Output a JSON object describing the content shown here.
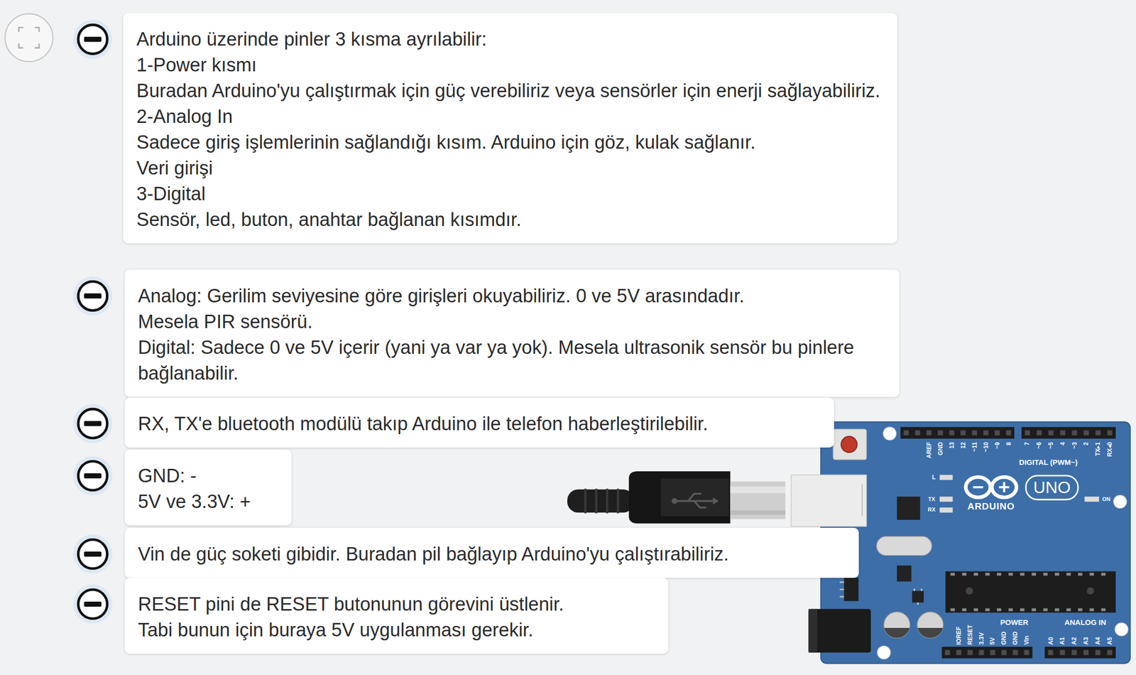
{
  "diagram": {
    "nodes": [
      {
        "text": [
          "Arduino üzerinde pinler 3 kısma ayrılabilir:",
          "1-Power kısmı",
          "Buradan Arduino'yu çalıştırmak için güç verebiliriz veya sensörler için enerji sağlayabiliriz.",
          "2-Analog In",
          "Sadece giriş işlemlerinin sağlandığı kısım. Arduino için göz, kulak sağlanır.",
          "Veri girişi",
          "3-Digital",
          "Sensör, led, buton, anahtar bağlanan kısımdır."
        ]
      },
      {
        "text": [
          "Analog: Gerilim seviyesine göre girişleri okuyabiliriz. 0 ve 5V arasındadır.",
          "Mesela PIR sensörü.",
          "Digital: Sadece 0 ve 5V içerir (yani ya var ya yok). Mesela ultrasonik sensör bu pinlere bağlanabilir."
        ]
      },
      {
        "text": [
          "RX, TX'e bluetooth modülü takıp Arduino ile telefon haberleştirilebilir."
        ]
      },
      {
        "text": [
          "GND: -",
          "5V ve 3.3V: +"
        ]
      },
      {
        "text": [
          "Vin de güç soketi gibidir. Buradan pil bağlayıp Arduino'yu çalıştırabiliriz."
        ]
      },
      {
        "text": [
          "RESET pini de RESET butonunun görevini üstlenir.",
          "Tabi bunun için buraya 5V uygulanması gerekir."
        ]
      }
    ],
    "labels": [
      "AREF",
      "GND",
      "13",
      "12",
      "~11",
      "~10",
      "~9",
      "8",
      "7",
      "~6",
      "~5",
      "4",
      "~3",
      "2",
      "TX▸1",
      "RX◂0",
      "DIGITAL (PWM~)",
      "L",
      "TX",
      "RX",
      "ARDUINO",
      "UNO",
      "ON",
      "IOREF",
      "RESET",
      "3.3V",
      "5V",
      "GND",
      "GND",
      "Vin",
      "POWER",
      "ANALOG IN",
      "A0",
      "A1",
      "A2",
      "A3",
      "A4",
      "A5"
    ]
  }
}
